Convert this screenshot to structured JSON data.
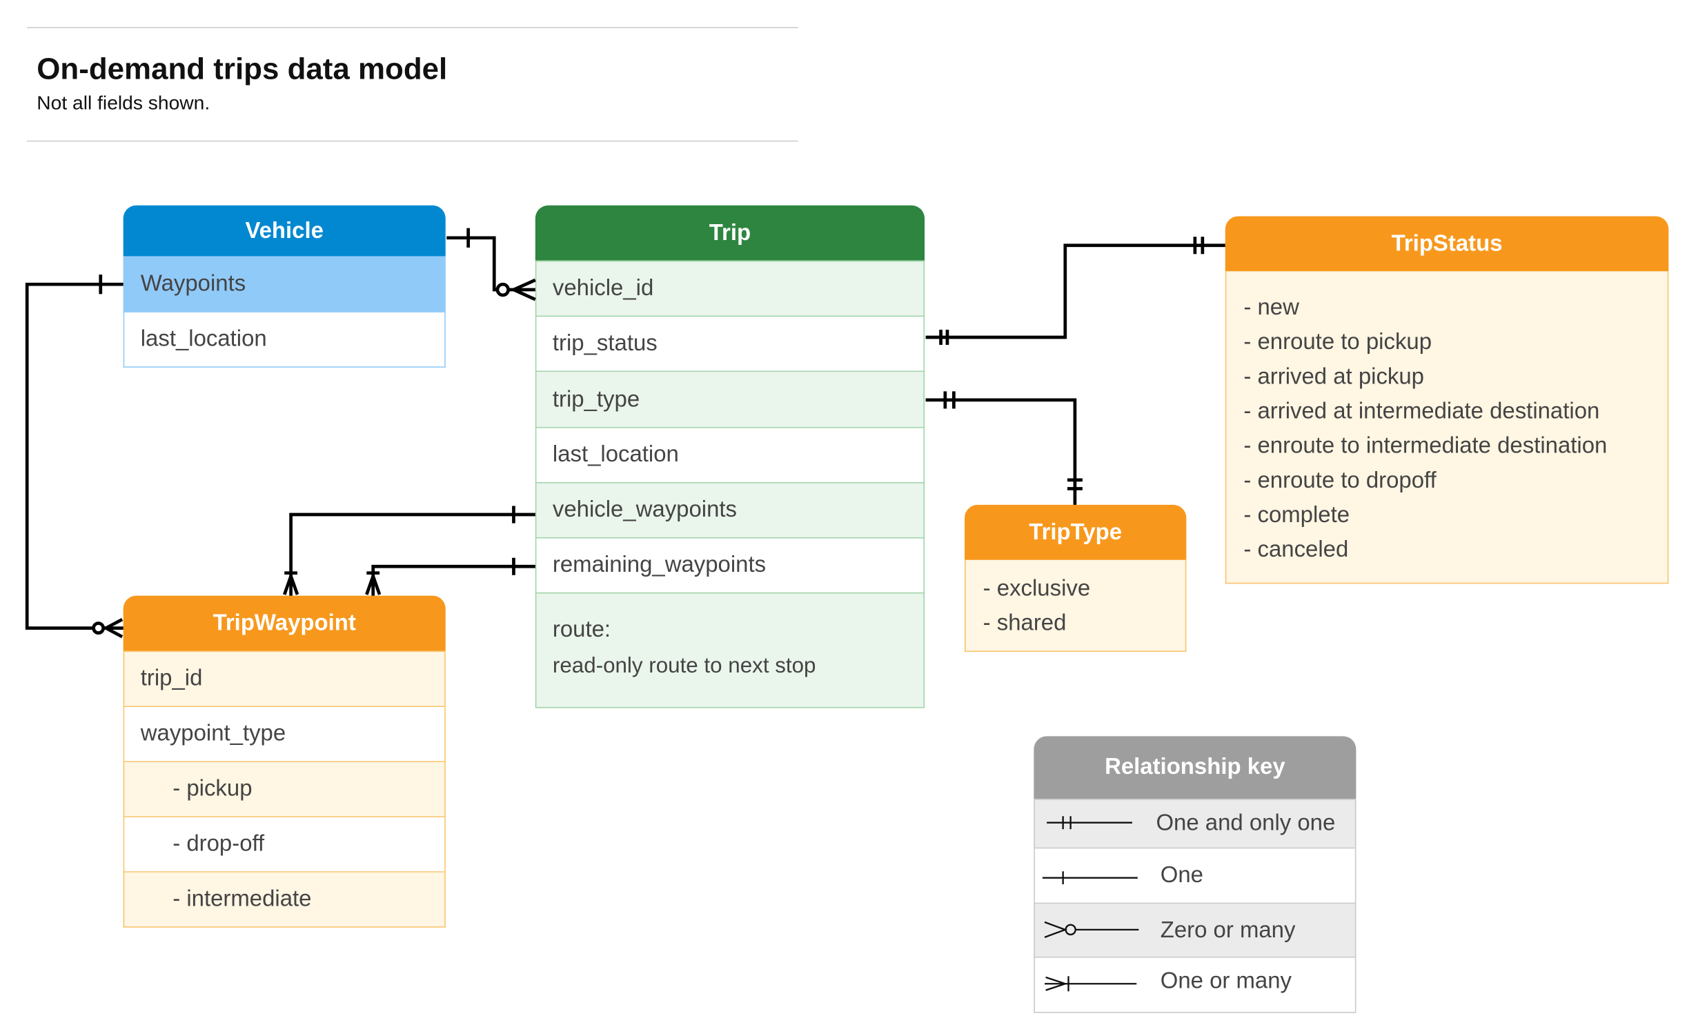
{
  "header": {
    "title": "On-demand trips data model",
    "subtitle": "Not all fields shown."
  },
  "colors": {
    "vehicle": "#0288D1",
    "vehicle_highlight": "#90CAF9",
    "trip": "#2E8540",
    "trip_row": "#EAF5EC",
    "orange": "#F7981D",
    "orange_row": "#FFF6E3",
    "key": "#9E9E9E"
  },
  "vehicle": {
    "title": "Vehicle",
    "fields": [
      "Waypoints",
      "last_location"
    ]
  },
  "trip": {
    "title": "Trip",
    "fields": [
      "vehicle_id",
      "trip_status",
      "trip_type",
      "last_location",
      "vehicle_waypoints",
      "remaining_waypoints"
    ],
    "route_label": "route:",
    "route_desc": "read-only route to next stop"
  },
  "trip_status": {
    "title": "TripStatus",
    "values": [
      "- new",
      "- enroute to pickup",
      "- arrived at pickup",
      "- arrived at intermediate destination",
      "- enroute to intermediate destination",
      "- enroute to dropoff",
      "- complete",
      "- canceled"
    ]
  },
  "trip_type": {
    "title": "TripType",
    "values": [
      "- exclusive",
      "- shared"
    ]
  },
  "trip_waypoint": {
    "title": "TripWaypoint",
    "fields": [
      "trip_id",
      "waypoint_type",
      "  - pickup",
      "  - drop-off",
      "  - intermediate"
    ]
  },
  "key": {
    "title": "Relationship key",
    "items": [
      {
        "symbol": "one-and-only-one-icon",
        "label": "One and only one"
      },
      {
        "symbol": "one-icon",
        "label": "One"
      },
      {
        "symbol": "zero-or-many-icon",
        "label": "Zero or many"
      },
      {
        "symbol": "one-or-many-icon",
        "label": "One or many"
      }
    ]
  }
}
